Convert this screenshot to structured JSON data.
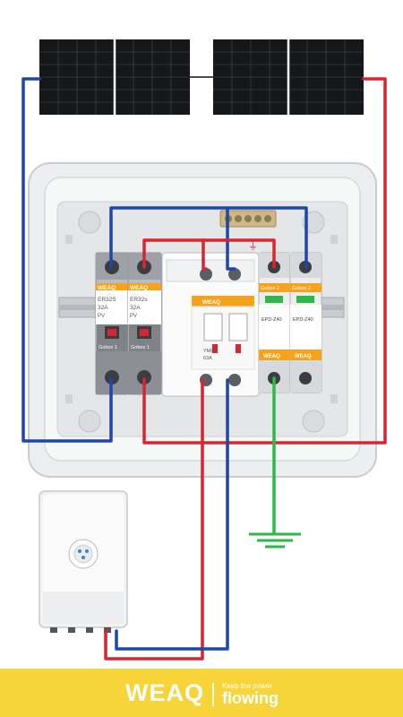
{
  "colors": {
    "positive_wire": "#d62631",
    "negative_wire": "#1f47a6",
    "ground_wire": "#2fb84a",
    "accent": "#f5a21c",
    "footer": "#f7d53a"
  },
  "modules": {
    "fuse_left": {
      "brand": "WEAQ",
      "model": "ER32S",
      "rating": "32A",
      "type": "PV",
      "base": "Gobox 1"
    },
    "fuse_right": {
      "brand": "WEAQ",
      "model": "ER32s",
      "rating": "32A",
      "type": "PV",
      "base": "Gobox 1"
    },
    "breaker": {
      "brand": "WEAQ",
      "model": "YM8h",
      "rating": "63A"
    },
    "spd_left": {
      "top": "Gobox 2",
      "model": "EPD-Z40",
      "brand": "WEAQ"
    },
    "spd_right": {
      "top": "Gobox 2",
      "model": "EPD-Z40",
      "brand": "WEAQ"
    }
  },
  "ground_symbol": "⏚",
  "footer": {
    "brand": "WEAQ",
    "tagline_top": "Keep the power",
    "tagline_bottom": "flowing"
  }
}
